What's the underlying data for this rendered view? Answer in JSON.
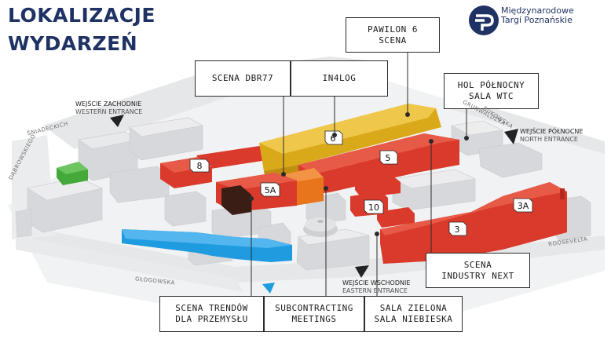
{
  "title": {
    "line1": "LOKALIZACJE",
    "line2": "WYDARZEŃ"
  },
  "logo": {
    "line1": "Międzynarodowe",
    "line2": "Targi Poznańskie"
  },
  "colors": {
    "brand": "#1f3264",
    "red": "#d93a2b",
    "yellow": "#d9a91a",
    "orange": "#e8741c",
    "blue": "#1f9be0",
    "green": "#45a83a",
    "dark": "#3a1d14"
  },
  "callouts": {
    "pawilon6": {
      "line1": "PAWILON 6",
      "line2": "SCENA"
    },
    "dbr77": {
      "line1": "SCENA DBR77"
    },
    "in4log": {
      "line1": "IN4LOG"
    },
    "hol": {
      "line1": "HOL PÓŁNOCNY",
      "line2": "SALA WTC"
    },
    "industry": {
      "line1": "SCENA",
      "line2": "INDUSTRY NEXT"
    },
    "trendow": {
      "line1": "SCENA TRENDÓW",
      "line2": "DLA PRZEMYSŁU"
    },
    "subcontracting": {
      "line1": "SUBCONTRACTING",
      "line2": "MEETINGS"
    },
    "zielona": {
      "line1": "SALA ZIELONA",
      "line2": "SALA NIEBIESKA"
    }
  },
  "entrances": {
    "west": {
      "pl": "WEJŚCIE ZACHODNIE",
      "en": "WESTERN ENTRANCE"
    },
    "north": {
      "pl": "WEJŚCIE PÓŁNOCNE",
      "en": "NORTH ENTRANCE"
    },
    "east": {
      "pl": "WEJŚCIE WSCHODNIE",
      "en": "EASTERN ENTRANCE"
    }
  },
  "streets": {
    "sniadeckich": "ŚNIADECKICH",
    "dabrowskiego": "DĄBROWSKIEGO",
    "glogowska": "GŁOGOWSKA",
    "roosevelta": "ROOSEVELTA",
    "bukowska": "BUKOWSKA",
    "grunwaldzka": "GRUNWALDZKA"
  },
  "halls": {
    "h8": "8",
    "h6": "6",
    "h5": "5",
    "h5a": "5A",
    "h10": "10",
    "h3": "3",
    "h3a": "3A"
  }
}
